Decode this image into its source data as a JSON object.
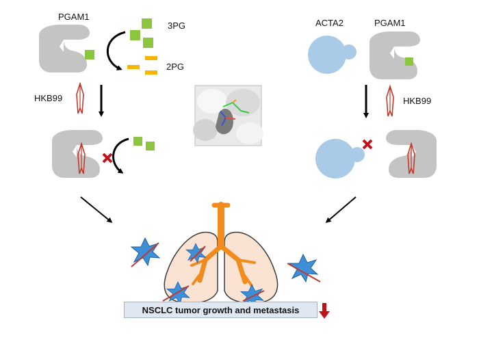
{
  "labels": {
    "pgam1_left": "PGAM1",
    "substrate_3pg": "3PG",
    "product_2pg": "2PG",
    "hkb99_left": "HKB99",
    "acta2": "ACTA2",
    "pgam1_right": "PGAM1",
    "hkb99_right": "HKB99"
  },
  "caption": "NSCLC tumor growth and metastasis",
  "colors": {
    "enzyme": "#c4c4c4",
    "acta2": "#a9cbe8",
    "substrate_3pg": "#8cc63f",
    "product_2pg": "#f7b500",
    "inhibitor": "#c0392b",
    "block_mark": "#c0121a",
    "lung": "#fbe3d4",
    "trachea": "#f28b1e",
    "tumor": "#3d8fd8",
    "caption_bg": "#dfe8f2"
  },
  "icons": [
    "inhibitor-drug-icon",
    "block-x-icon",
    "tumor-burst-icon",
    "down-arrow-icon"
  ]
}
